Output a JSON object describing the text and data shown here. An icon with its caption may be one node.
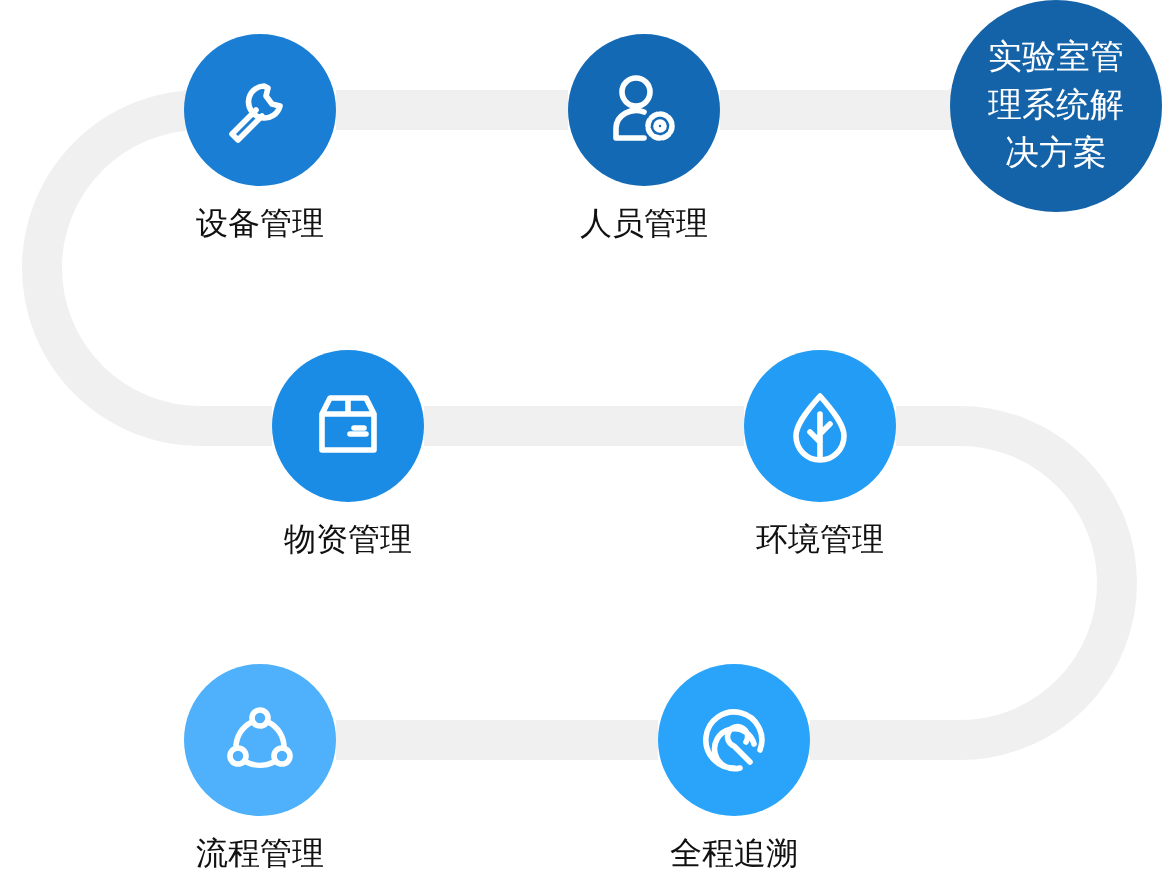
{
  "diagram": {
    "nodes": [
      {
        "text": [
          "设备管理"
        ]
      },
      {
        "text": [
          "人员管理"
        ]
      },
      {
        "text": [
          "实验室管理系统解决方案"
        ]
      },
      {
        "text": [
          "物资管理"
        ]
      },
      {
        "text": [
          "环境管理"
        ]
      },
      {
        "text": [
          "流程管理"
        ]
      },
      {
        "text": [
          "全程追溯"
        ]
      }
    ],
    "edges": [
      {
        "from": 0,
        "to": 1,
        "arrow": "none"
      },
      {
        "from": 1,
        "to": 2,
        "arrow": "none"
      },
      {
        "from": 0,
        "to": 3,
        "arrow": "none"
      },
      {
        "from": 3,
        "to": 4,
        "arrow": "none"
      },
      {
        "from": 4,
        "to": 6,
        "arrow": "none"
      },
      {
        "from": 6,
        "to": 5,
        "arrow": "none"
      }
    ]
  }
}
